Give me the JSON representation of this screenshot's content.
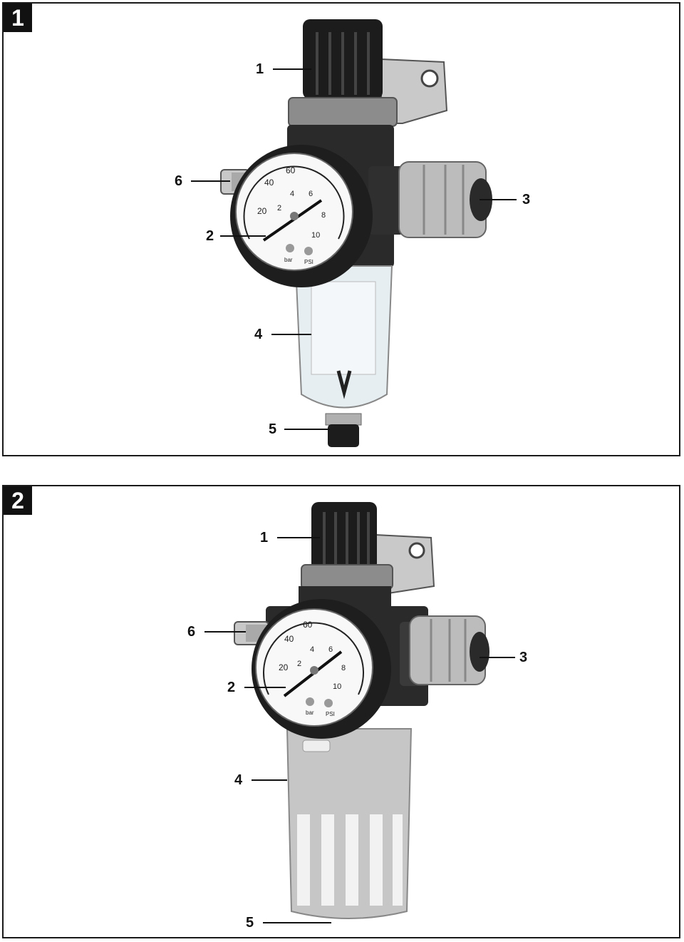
{
  "figures": [
    {
      "number": "1",
      "callouts": [
        "1",
        "2",
        "3",
        "4",
        "5",
        "6"
      ],
      "gauge": {
        "outer_scale": [
          "20",
          "40",
          "60"
        ],
        "inner_scale": [
          "2",
          "4",
          "6",
          "8",
          "10"
        ],
        "unit_bar": "bar",
        "unit_psi": "PSI"
      }
    },
    {
      "number": "2",
      "callouts": [
        "1",
        "2",
        "3",
        "4",
        "5",
        "6"
      ],
      "gauge": {
        "outer_scale": [
          "20",
          "40",
          "60"
        ],
        "inner_scale": [
          "2",
          "4",
          "6",
          "8",
          "10"
        ],
        "unit_bar": "bar",
        "unit_psi": "PSI"
      }
    }
  ],
  "colors": {
    "frame": "#1a1a1a",
    "knob": "#1c1c1c",
    "metal": "#b8b8b8",
    "glass": "#e6eef2"
  },
  "icons": [
    "pressure-regulator-knob",
    "pressure-gauge",
    "quick-coupling",
    "filter-bowl",
    "drain-valve",
    "safety-valve"
  ]
}
